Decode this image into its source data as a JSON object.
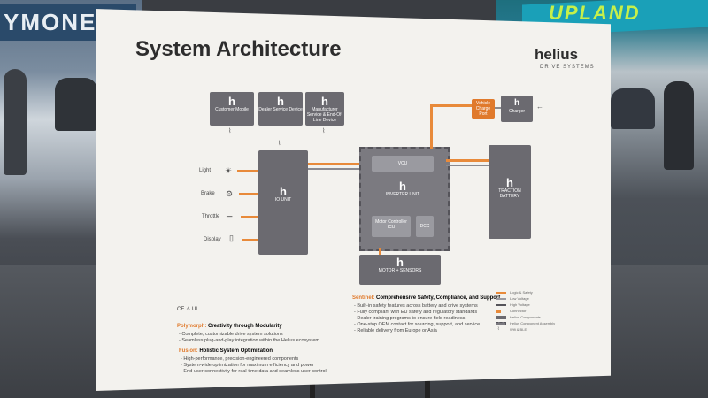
{
  "poster": {
    "title": "System Architecture",
    "brand": "helius",
    "brand_sub": "DRIVE SYSTEMS",
    "logo_glyph": "h"
  },
  "background": {
    "left_banner": "YMONE",
    "right_banner": "UPLAND"
  },
  "top_devices": [
    {
      "label": "Customer Mobile"
    },
    {
      "label": "Dealer Service Device"
    },
    {
      "label": "Manufacturer Service & End-Of-Line Device"
    }
  ],
  "inputs": [
    {
      "label": "Light"
    },
    {
      "label": "Brake"
    },
    {
      "label": "Throttle"
    },
    {
      "label": "Display"
    }
  ],
  "units": {
    "io_unit": "IO UNIT",
    "vcu": "VCU",
    "inverter_unit": "INVERTER UNIT",
    "motor_controller": "Motor Controller ICU",
    "dcc": "DCC",
    "motor": "MOTOR + SENSORS",
    "traction_battery": "TRACTION BATTERY",
    "vehicle_charge_port": "Vehicle Charge Port",
    "charger": "Charger"
  },
  "sections": {
    "polymorph": {
      "key": "Polymorph:",
      "title": "Creativity through Modularity",
      "bullets": [
        "- Complete, customizable drive system solutions",
        "- Seamless plug-and-play integration within the Helius ecosystem"
      ]
    },
    "fusion": {
      "key": "Fusion:",
      "title": "Holistic System Optimization",
      "bullets": [
        "- High-performance, precision-engineered components",
        "- System-wide optimization for maximum efficiency and power",
        "- End-user connectivity for real-time data and seamless user control"
      ]
    },
    "sentinel": {
      "key": "Sentinel:",
      "title": "Comprehensive Safety, Compliance, and Support",
      "bullets": [
        "- Built-in safety features across battery and drive systems",
        "- Fully compliant with EU safety and regulatory standards",
        "- Dealer training programs to ensure field readiness",
        "- One-stop OEM contact for sourcing, support, and service",
        "- Reliable delivery from Europe or Asia"
      ]
    }
  },
  "legend": [
    {
      "label": "Logic & Safety",
      "color": "#e07a2c"
    },
    {
      "label": "Low Voltage",
      "color": "#9a9aa0"
    },
    {
      "label": "High Voltage",
      "color": "#55545a"
    },
    {
      "label": "Connector",
      "color": "#e07a2c"
    },
    {
      "label": "Helius Components",
      "color": "#6b6a70"
    },
    {
      "label": "Helius Component Assembly",
      "color": "#7b7a80"
    },
    {
      "label": "Wifi & BLE",
      "color": "#888888"
    }
  ],
  "certifications": "CE  ⚠  UL",
  "colors": {
    "accent": "#e07a2c",
    "component": "#6b6a70",
    "poster_bg": "#f3f2ee"
  }
}
